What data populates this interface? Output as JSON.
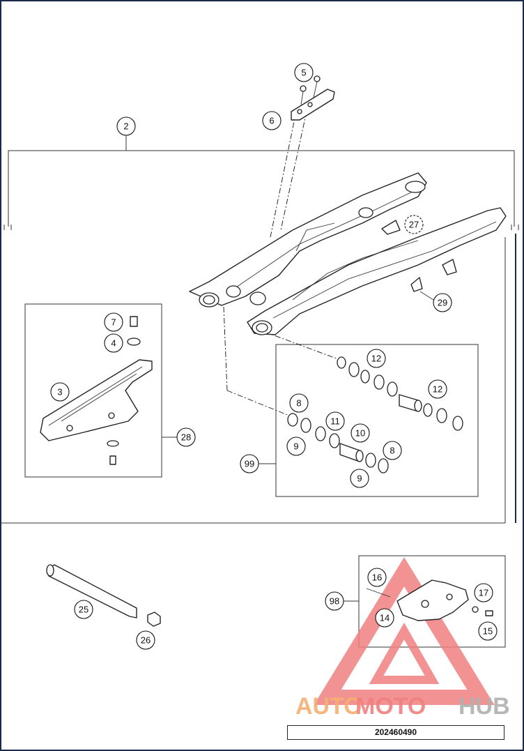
{
  "diagram": {
    "callouts": {
      "c2": "2",
      "c3": "3",
      "c4": "4",
      "c5": "5",
      "c6": "6",
      "c7": "7",
      "c8a": "8",
      "c8b": "8",
      "c9a": "9",
      "c9b": "9",
      "c10": "10",
      "c11": "11",
      "c12a": "12",
      "c12b": "12",
      "c14": "14",
      "c15": "15",
      "c16": "16",
      "c17": "17",
      "c25": "25",
      "c26": "26",
      "c27": "27",
      "c28": "28",
      "c29": "29",
      "c98": "98",
      "c99": "99"
    },
    "document_number": "202460490",
    "watermark": {
      "text_auto": "AUTO",
      "text_moto": "MOTO",
      "text_hub": "HUB"
    }
  },
  "colors": {
    "watermark_red": "#f08080",
    "watermark_orange": "#f4b070",
    "watermark_grey": "#b0b0b0",
    "frame_blue": "#1a2a4a"
  }
}
